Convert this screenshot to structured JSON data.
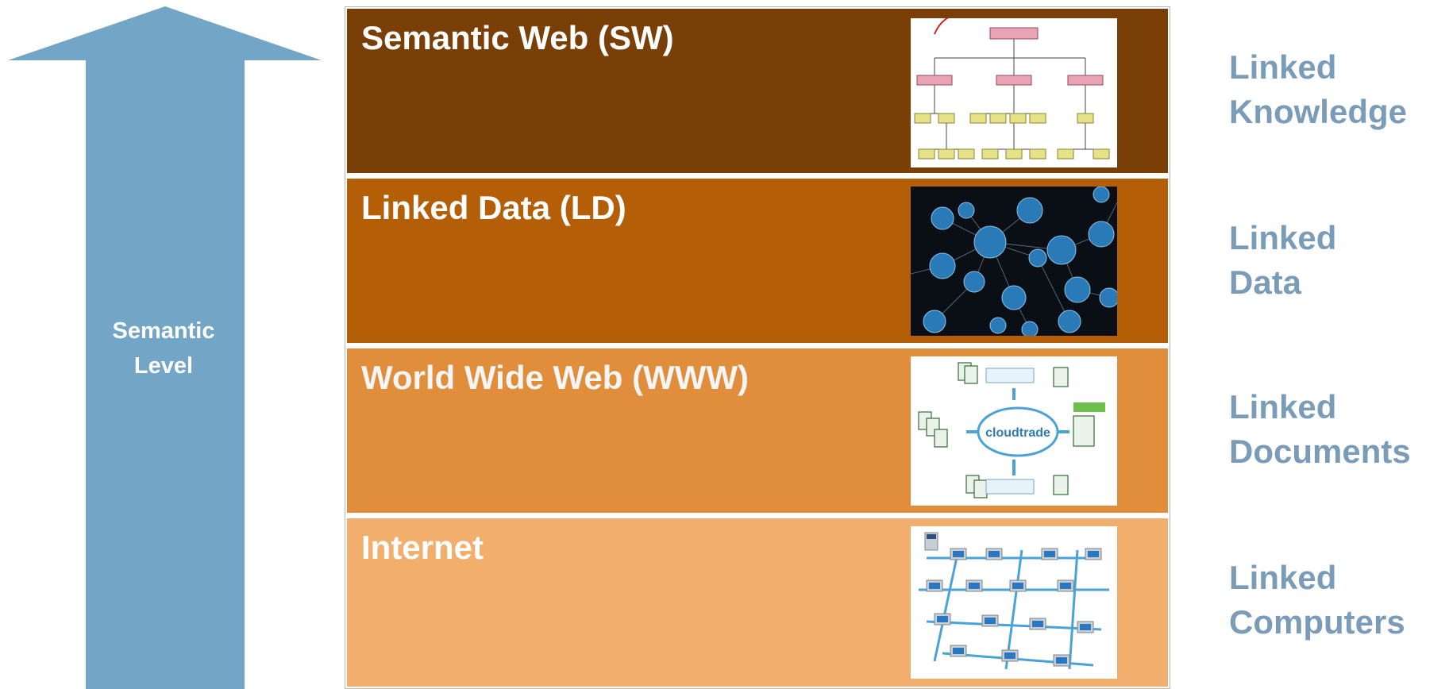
{
  "arrow": {
    "label_line1": "Semantic",
    "label_line2": "Level",
    "color": "#73a5c6"
  },
  "layers": [
    {
      "title": "Semantic Web (SW)",
      "color": "#7a3f06",
      "title_color": "#ffffff",
      "image": "ontology-tree-diagram"
    },
    {
      "title": "Linked Data (LD)",
      "color": "#b45f08",
      "title_color": "#ffffff",
      "image": "linked-data-cloud-graph"
    },
    {
      "title": "World Wide Web (WWW)",
      "color": "#e08e3b",
      "title_color": "#f5f5f5",
      "image": "cloudtrade-document-network"
    },
    {
      "title": "Internet",
      "color": "#f2ae6d",
      "title_color": "#ffffff",
      "image": "computer-network-illustration"
    }
  ],
  "thumbnail_texts": {
    "cloud_label": "cloudtrade"
  },
  "right_labels": [
    {
      "line1": "Linked",
      "line2": "Knowledge"
    },
    {
      "line1": "Linked",
      "line2": "Data"
    },
    {
      "line1": "Linked",
      "line2": "Documents"
    },
    {
      "line1": "Linked",
      "line2": "Computers"
    }
  ],
  "right_label_color": "#7a9cb8"
}
